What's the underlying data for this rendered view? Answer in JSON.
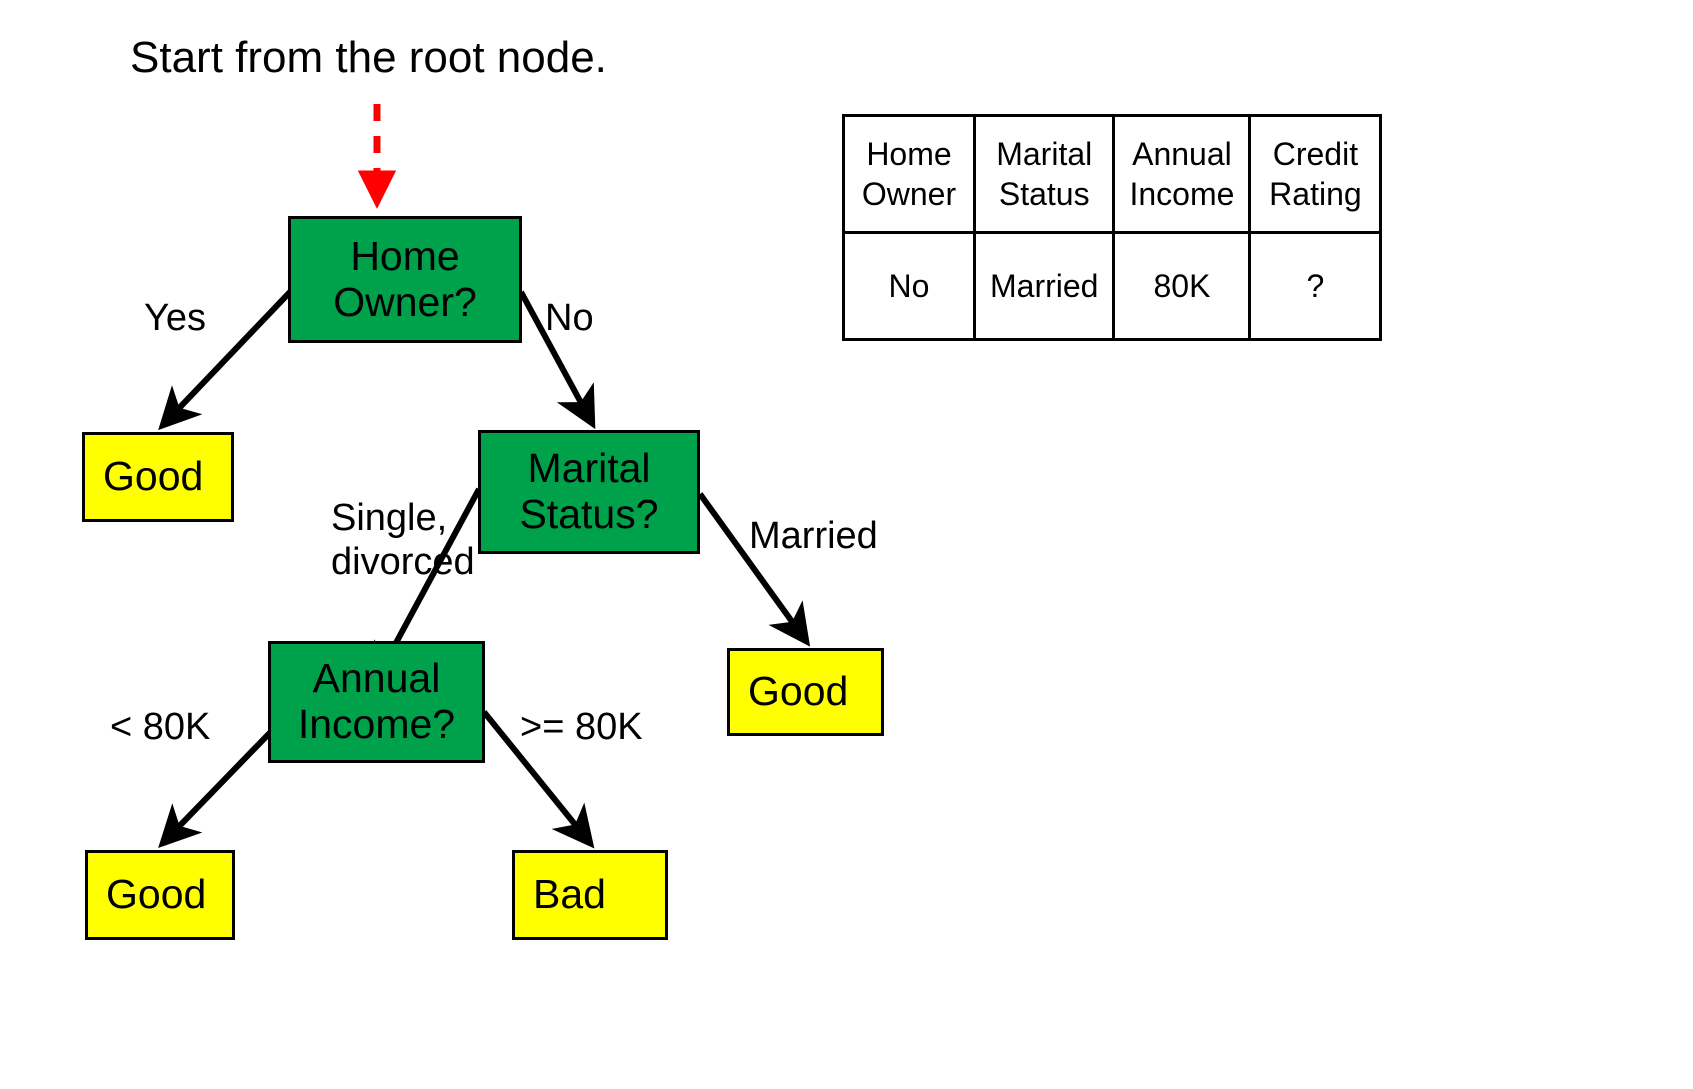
{
  "title": "Start from the root node.",
  "colors": {
    "decision_node_fill": "#00a14b",
    "leaf_node_fill": "#ffff00",
    "node_border": "#000000",
    "edge_stroke": "#000000",
    "pointer_arrow": "#ff0000",
    "background": "#ffffff"
  },
  "tree": {
    "nodes": [
      {
        "id": "home-owner",
        "type": "decision",
        "line1": "Home",
        "line2": "Owner?"
      },
      {
        "id": "good-yes",
        "type": "leaf",
        "label": "Good"
      },
      {
        "id": "marital-status",
        "type": "decision",
        "line1": "Marital",
        "line2": "Status?"
      },
      {
        "id": "annual-income",
        "type": "decision",
        "line1": "Annual",
        "line2": "Income?"
      },
      {
        "id": "good-married",
        "type": "leaf",
        "label": "Good"
      },
      {
        "id": "good-lt80k",
        "type": "leaf",
        "label": "Good"
      },
      {
        "id": "bad-gte80k",
        "type": "leaf",
        "label": "Bad"
      }
    ],
    "edge_labels": {
      "yes": "Yes",
      "no": "No",
      "single_divorced_line1": "Single,",
      "single_divorced_line2": "divorced",
      "married": "Married",
      "lt_80k": "< 80K",
      "gte_80k": ">= 80K"
    }
  },
  "record_table": {
    "headers": [
      {
        "line1": "Home",
        "line2": "Owner"
      },
      {
        "line1": "Marital",
        "line2": "Status"
      },
      {
        "line1": "Annual",
        "line2": "Income"
      },
      {
        "line1": "Credit",
        "line2": "Rating"
      }
    ],
    "rows": [
      [
        "No",
        "Married",
        "80K",
        "?"
      ]
    ]
  }
}
